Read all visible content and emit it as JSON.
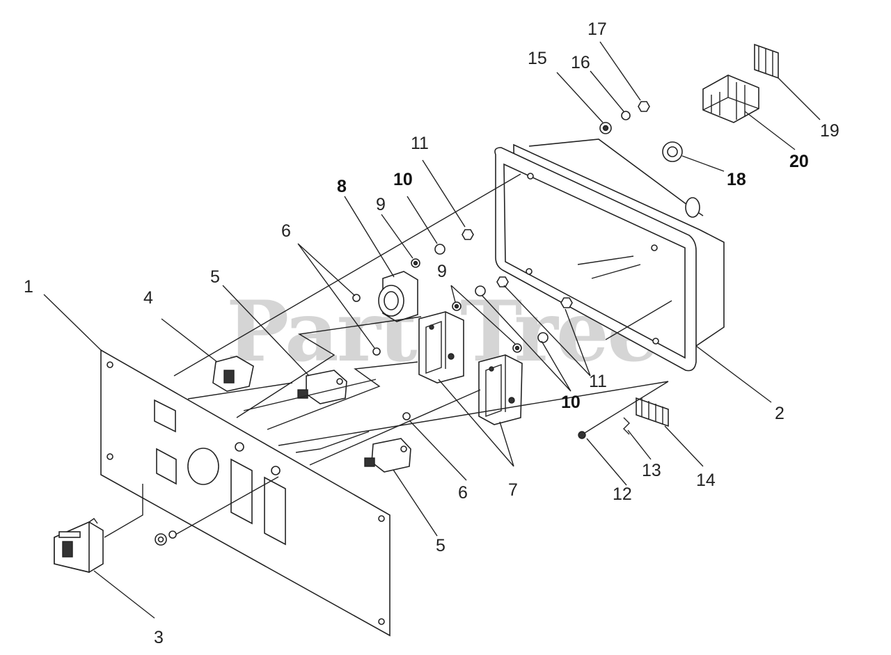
{
  "watermark": {
    "text": "PartsTree",
    "trademark": "TM"
  },
  "callouts": {
    "c1": "1",
    "c2": "2",
    "c3": "3",
    "c4": "4",
    "c5a": "5",
    "c5b": "5",
    "c6a": "6",
    "c6b": "6",
    "c7": "7",
    "c8": "8",
    "c9a": "9",
    "c9b": "9",
    "c10a": "10",
    "c10b": "10",
    "c11a": "11",
    "c11b": "11",
    "c12": "12",
    "c13": "13",
    "c14": "14",
    "c15": "15",
    "c16": "16",
    "c17": "17",
    "c18": "18",
    "c19": "19",
    "c20": "20"
  }
}
